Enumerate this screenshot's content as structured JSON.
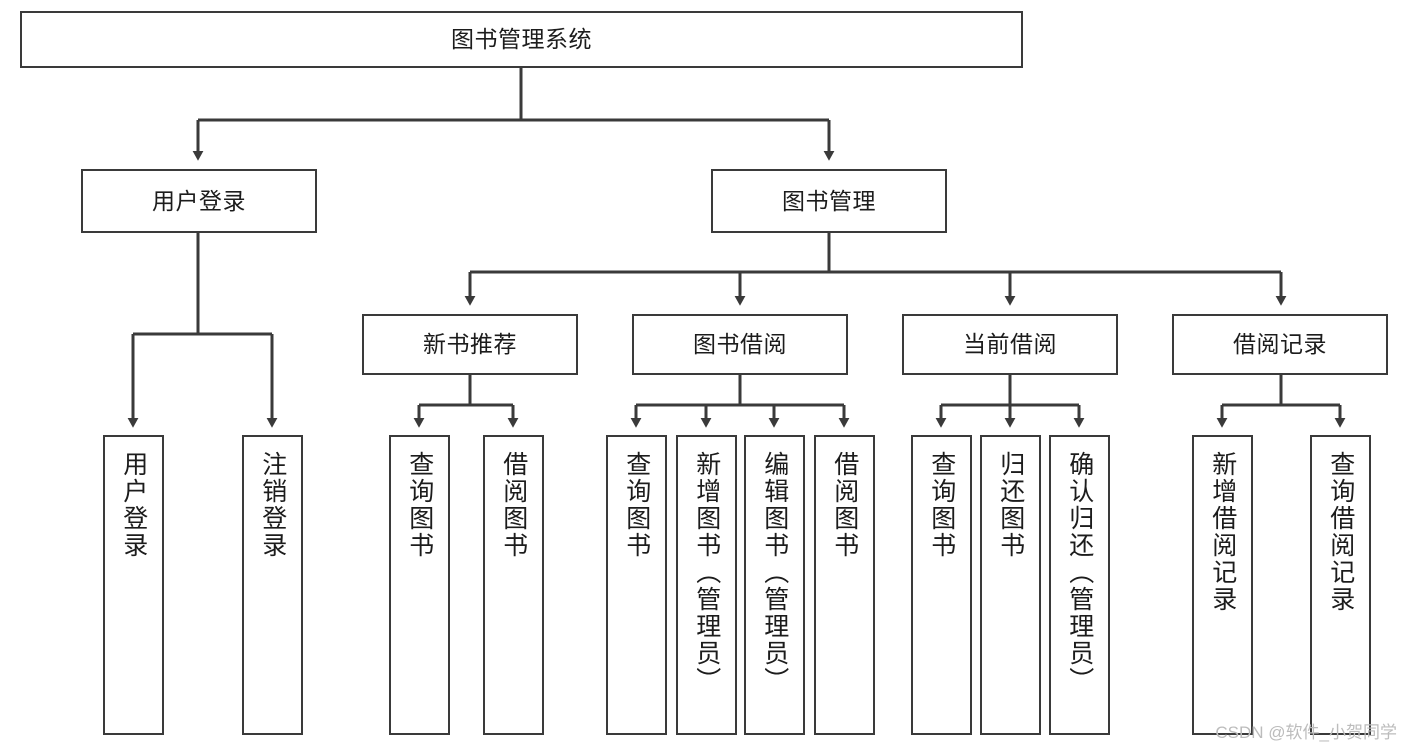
{
  "diagram": {
    "type": "tree-hierarchy-flowchart",
    "title": "图书管理系统",
    "orientation": "top-down",
    "watermark": "CSDN @软件_小贺同学",
    "colors": {
      "box_border": "#3a3a3a",
      "box_fill": "#ffffff",
      "edge": "#3a3a3a",
      "text": "#1c1c1c",
      "watermark": "#bcbcbc",
      "background": "#ffffff"
    },
    "nodes": {
      "root": {
        "label": "图书管理系统"
      },
      "level2": [
        {
          "id": "user-login",
          "label": "用户登录"
        },
        {
          "id": "book-manage",
          "label": "图书管理"
        }
      ],
      "level3": [
        {
          "id": "new-book-recommend",
          "label": "新书推荐"
        },
        {
          "id": "book-borrow",
          "label": "图书借阅"
        },
        {
          "id": "current-borrow",
          "label": "当前借阅"
        },
        {
          "id": "borrow-record",
          "label": "借阅记录"
        }
      ],
      "leaves": [
        {
          "id": "leaf-user-login",
          "parent": "user-login",
          "label": "用户登录"
        },
        {
          "id": "leaf-logout-login",
          "parent": "user-login",
          "label": "注销登录"
        },
        {
          "id": "leaf-query-book-1",
          "parent": "new-book-recommend",
          "label": "查询图书"
        },
        {
          "id": "leaf-borrow-book-1",
          "parent": "new-book-recommend",
          "label": "借阅图书"
        },
        {
          "id": "leaf-query-book-2",
          "parent": "book-borrow",
          "label": "查询图书"
        },
        {
          "id": "leaf-add-book",
          "parent": "book-borrow",
          "label": "新增图书（管理员）"
        },
        {
          "id": "leaf-edit-book",
          "parent": "book-borrow",
          "label": "编辑图书（管理员）"
        },
        {
          "id": "leaf-borrow-book-2",
          "parent": "book-borrow",
          "label": "借阅图书"
        },
        {
          "id": "leaf-query-book-3",
          "parent": "current-borrow",
          "label": "查询图书"
        },
        {
          "id": "leaf-return-book",
          "parent": "current-borrow",
          "label": "归还图书"
        },
        {
          "id": "leaf-confirm-return",
          "parent": "current-borrow",
          "label": "确认归还（管理员）"
        },
        {
          "id": "leaf-add-record",
          "parent": "borrow-record",
          "label": "新增借阅记录"
        },
        {
          "id": "leaf-query-record",
          "parent": "borrow-record",
          "label": "查询借阅记录"
        }
      ]
    }
  }
}
